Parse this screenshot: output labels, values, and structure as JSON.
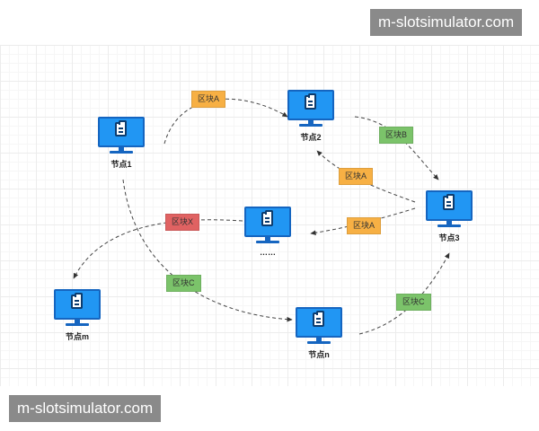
{
  "watermarks": {
    "top": "m-slotsimulator.com",
    "bottom": "m-slotsimulator.com"
  },
  "nodes": {
    "node1": {
      "label": "节点1",
      "icon": "clipboard-monitor-icon"
    },
    "node2": {
      "label": "节点2",
      "icon": "clipboard-monitor-icon"
    },
    "node3": {
      "label": "节点3",
      "icon": "clipboard-monitor-icon"
    },
    "nodem": {
      "label": "节点m",
      "icon": "clipboard-monitor-icon"
    },
    "noden": {
      "label": "节点n",
      "icon": "clipboard-monitor-icon"
    },
    "nodeMid": {
      "label": "……",
      "icon": "clipboard-monitor-icon"
    }
  },
  "tags": {
    "a_top": "区块A",
    "b": "区块B",
    "a_right_upper": "区块A",
    "a_right_lower": "区块A",
    "x": "区块X",
    "c_left": "区块C",
    "c_right": "区块C"
  },
  "colors": {
    "block_a": "#f7b044",
    "block_b": "#7bc36a",
    "block_c": "#7bc36a",
    "block_x": "#e06262",
    "monitor": "#2196f3"
  }
}
